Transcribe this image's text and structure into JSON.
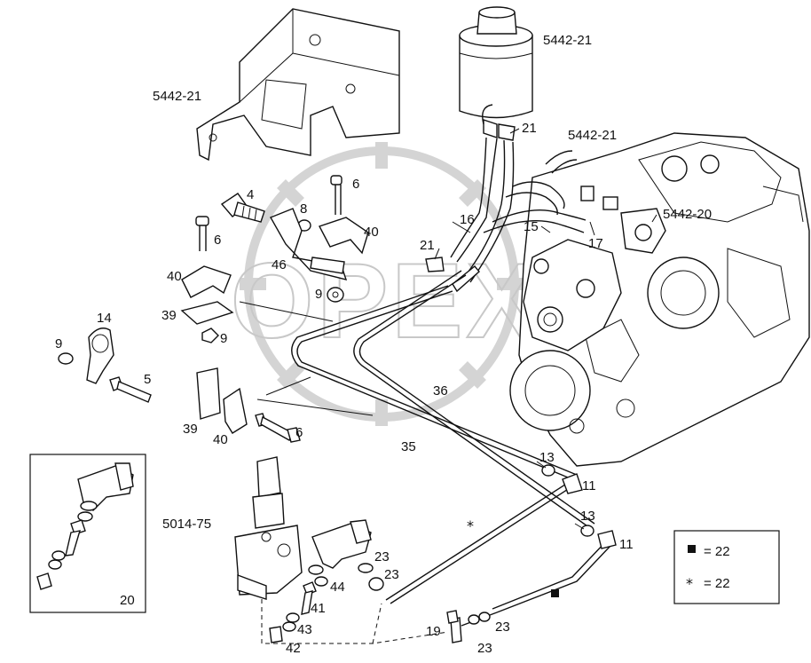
{
  "watermark": "OPEX",
  "labels": {
    "reservoir_top": "5442-21",
    "bracket_left": "5442-21",
    "hose_right": "5442-21",
    "pump": "5442-20",
    "valve": "5014-75",
    "n21a": "21",
    "n21b": "21",
    "n6a": "6",
    "n4": "4",
    "n8": "8",
    "n40a": "40",
    "n16": "16",
    "n15": "15",
    "n17": "17",
    "n6b": "6",
    "n46": "46",
    "n40b": "40",
    "n9a": "9",
    "n39a": "39",
    "n9b": "9",
    "n14": "14",
    "n9c": "9",
    "n5": "5",
    "n36": "36",
    "n39b": "39",
    "n40c": "40",
    "n6c": "6",
    "n35": "35",
    "n13a": "13",
    "n11a": "11",
    "n13b": "13",
    "n11b": "11",
    "n20": "20",
    "n23a": "23",
    "n23b": "23",
    "n44": "44",
    "n41": "41",
    "n43": "43",
    "n42": "42",
    "n19": "19",
    "n23c": "23",
    "n23d": "23",
    "star_mark": "*"
  },
  "legend": {
    "square_value": "= 22",
    "star_symbol": "*",
    "star_value": "= 22"
  }
}
